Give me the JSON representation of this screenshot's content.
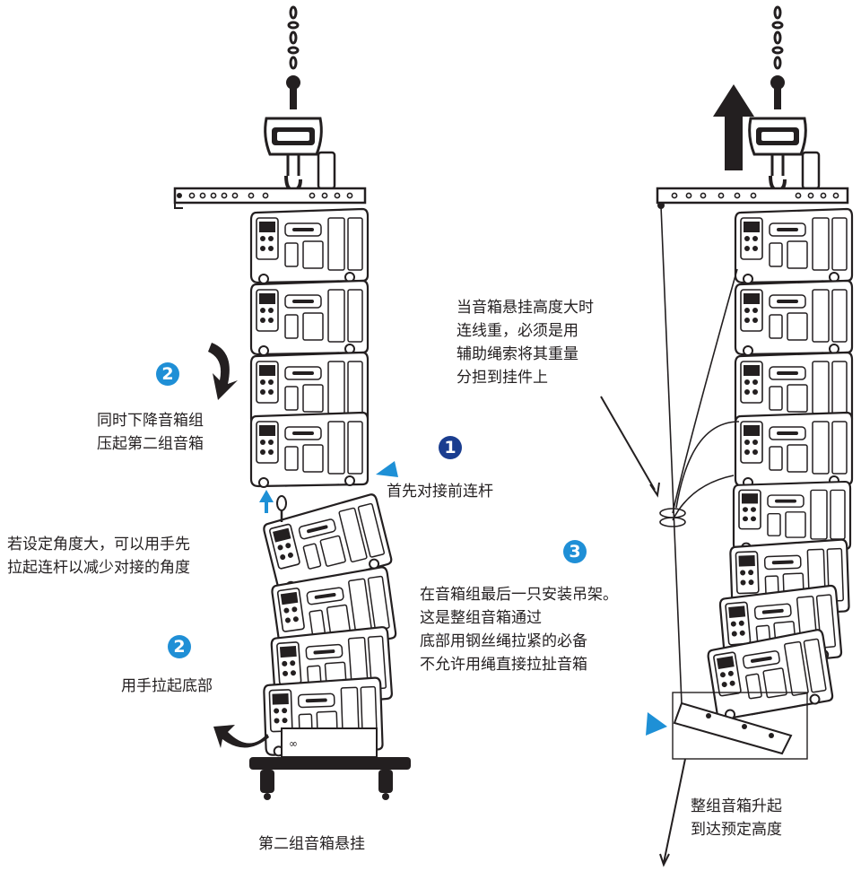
{
  "colors": {
    "ink": "#231f20",
    "accent_blue": "#1e90d6",
    "badge_blue": "#1f8fd6",
    "badge_dark": "#1a3d8f"
  },
  "steps": {
    "step1": "1",
    "step2_top": "2",
    "step2_bottom": "2",
    "step3": "3"
  },
  "left": {
    "lower_group_text": [
      "同时下降音箱组",
      "压起第二组音箱"
    ],
    "front_link_text": "首先对接前连杆",
    "angle_text": [
      "若设定角度大，可以用手先",
      "拉起连杆以减少对接的角度"
    ],
    "lift_bottom_text": "用手拉起底部",
    "caption": "第二组音箱悬挂",
    "cart_mark": "∞"
  },
  "right": {
    "rope_text": [
      "当音箱悬挂高度大时",
      "连线重，必须是用",
      "辅助绳索将其重量",
      "分担到挂件上"
    ],
    "bracket_text": [
      "在音箱组最后一只安装吊架。",
      "这是整组音箱通过",
      "底部用钢丝绳拉紧的必备",
      "不允许用绳直接拉扯音箱"
    ],
    "rise_text": [
      "整组音箱升起",
      "到达预定高度"
    ]
  }
}
